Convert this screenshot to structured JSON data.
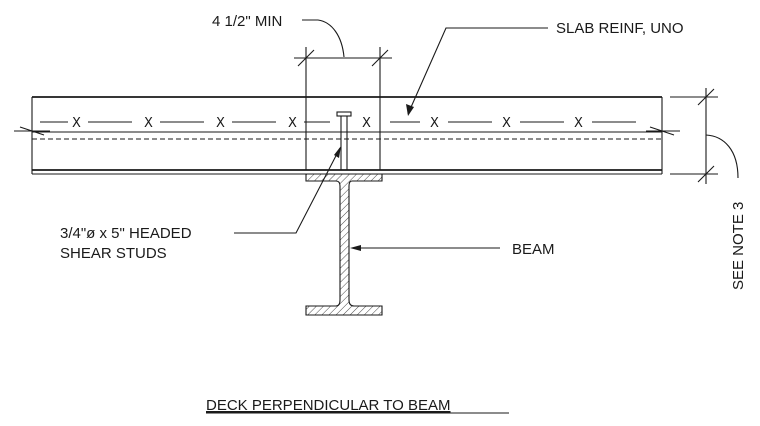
{
  "labels": {
    "spacing_dim": "4 1/2\" MIN",
    "slab_reinf": "SLAB REINF, UNO",
    "studs_line1": "3/4\"ø x 5\" HEADED",
    "studs_line2": "SHEAR STUDS",
    "beam": "BEAM",
    "note": "SEE NOTE 3",
    "title": "DECK PERPENDICULAR TO BEAM"
  },
  "reinf_marker": "X"
}
